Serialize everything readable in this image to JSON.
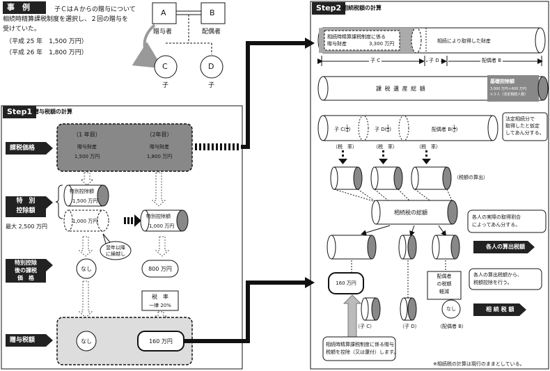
{
  "example": {
    "tag": "事　例",
    "text_lines": [
      "子ＣはＡからの贈与について",
      "相続時精算課税制度を選択し、２回の贈与を",
      "受けていた。"
    ],
    "gift1": "（平成 25 年　1,500 万円）",
    "gift2": "（平成 26 年　1,800 万円）",
    "node_a": "A",
    "node_b": "B",
    "node_c": "C",
    "node_d": "D",
    "label_giver": "贈与者",
    "label_spouse": "配偶者",
    "label_child1": "子",
    "label_child2": "子"
  },
  "step1": {
    "title": "Step1",
    "subtitle": "贈与税額の計算",
    "row_value": "課税価格",
    "row_special": [
      "特　別",
      "控除額"
    ],
    "max_note": "最大 2,500 万円",
    "row_after": [
      "特別控除",
      "後の課税",
      "価　格"
    ],
    "row_tax": "贈与税額",
    "y1_head": "（1 年目）",
    "y1_label": "贈与財産",
    "y1_amount": "1,500 万円",
    "y2_head": "（2年目）",
    "y2_label": "贈与財産",
    "y2_amount": "1,800 万円",
    "cyl1_label": "特別控除額",
    "cyl1_amount": "1,500 万円",
    "cyl_dashed_amount": "1,000 万円",
    "cyl2_label": "特別控除額",
    "cyl2_amount": "1,000 万円",
    "carry_note": [
      "翌年以降",
      "に繰越し"
    ],
    "none1": "なし",
    "after2": "800 万円",
    "rate_title": "税　率",
    "rate_value": "一律 20%",
    "none2": "なし",
    "tax2": "160 万円"
  },
  "step2": {
    "title": "Step2",
    "subtitle": "相続税額の計算",
    "gift_prop": [
      "相続時精算課税制度に係る",
      "贈与財産"
    ],
    "gift_amount": "3,300 万円",
    "inherit_prop": "相続により取得した財産",
    "share_c": "子 C",
    "share_d": "子 D",
    "share_b": "配偶者 B",
    "total_taxable": "課 税 遺 産 総 額",
    "basic_title": "基礎控除額",
    "basic_calc": [
      "3,000 万円＋600 万円",
      "×３人（法定相続人数）"
    ],
    "heir_c": "子 C",
    "heir_d": "子 D",
    "heir_b": "配偶者 B",
    "frac_c": [
      "1",
      "4"
    ],
    "frac_d": [
      "1",
      "4"
    ],
    "frac_b": [
      "1",
      "2"
    ],
    "legal_note": [
      "法定相続分で",
      "取得したと仮定",
      "してあん分する。"
    ],
    "rate1": "（税　率）",
    "rate2": "（税　率）",
    "rate3": "（税　率）",
    "calc_note": "（税額の算出）",
    "total_tax": "相続税の総額",
    "prorate_note": [
      "各人の実際の取得割合",
      "によってあん分する。"
    ],
    "calc_tax_tag": "各人の算出税額",
    "deduct_note": [
      "各人の算出税額から、",
      "税額控除を行う。"
    ],
    "final_tag": "相 続 税 額",
    "amount_c": "160 万円",
    "spouse_box": [
      "配偶者",
      "の税額",
      "軽減"
    ],
    "none_b": "なし",
    "bot_c": "（子 C）",
    "bot_d": "（子 D）",
    "bot_b": "（配偶者 B）",
    "credit_note": [
      "相続時精算課税制度に係る贈与",
      "税額を控除（又は還付）します。"
    ],
    "footnote": "※相続税の計算は現行のままとしている。"
  }
}
